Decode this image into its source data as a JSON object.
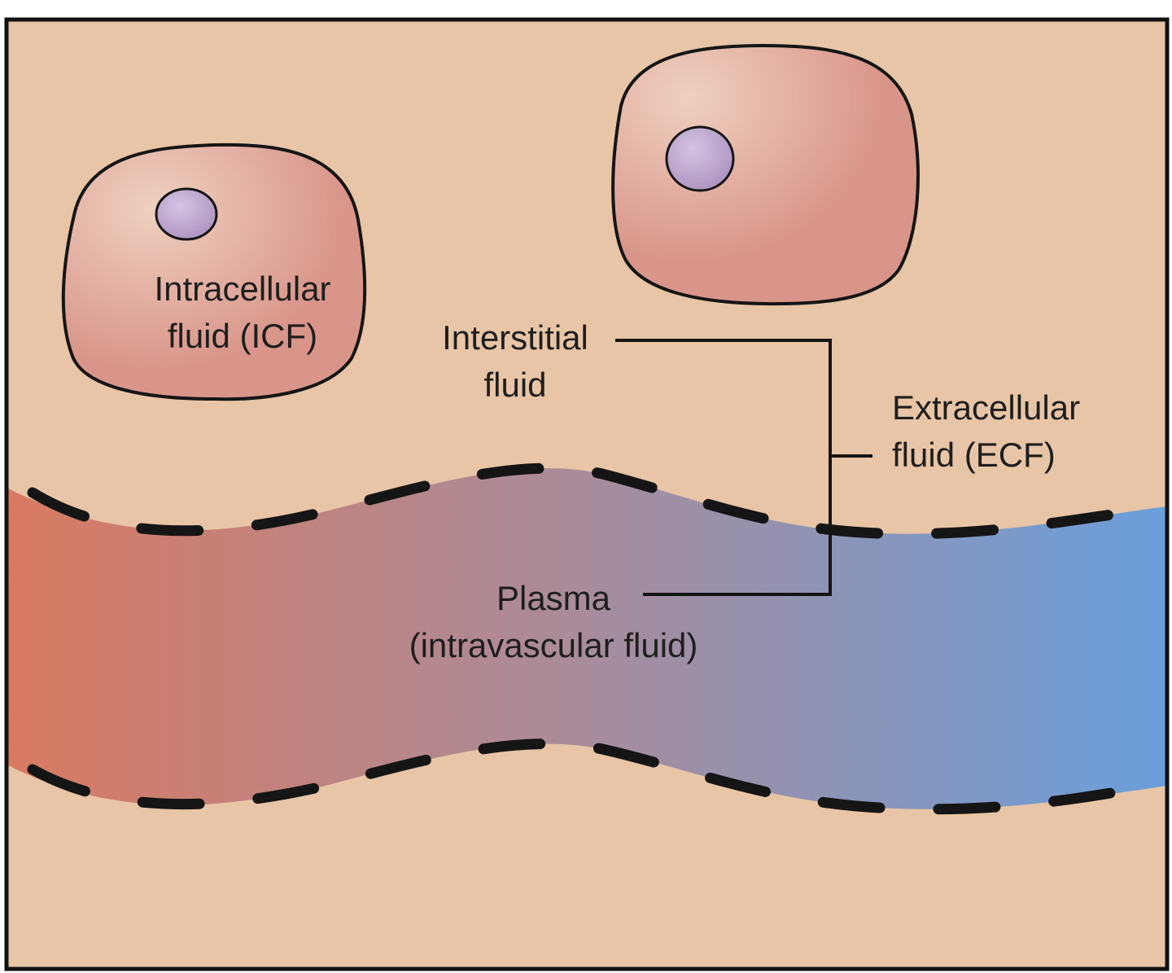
{
  "colors": {
    "background": "#e8c5a6",
    "frame": "#111111",
    "cell_light": "#efd0bf",
    "cell_dark": "#d9958a",
    "nucleus_light": "#d5c4e2",
    "nucleus_dark": "#a98fbd",
    "vessel_arterial": "#d97a62",
    "vessel_mid": "#a88c9c",
    "vessel_venous": "#6a9fdb",
    "outline": "#151515"
  },
  "labels": {
    "icf": {
      "line1": "Intracellular",
      "line2": "fluid (ICF)"
    },
    "interstitial": {
      "line1": "Interstitial",
      "line2": "fluid"
    },
    "ecf": {
      "line1": "Extracellular",
      "line2": "fluid (ECF)"
    },
    "plasma": {
      "line1": "Plasma",
      "line2": "(intravascular fluid)"
    }
  }
}
